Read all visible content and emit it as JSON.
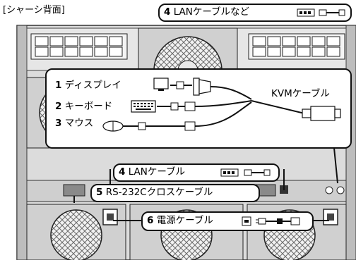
{
  "title": "[シャーシ背面]",
  "callouts": {
    "lan_top": {
      "num": "4",
      "text": "LANケーブルなど"
    },
    "display": {
      "num": "1",
      "text": "ディスプレイ"
    },
    "keyboard": {
      "num": "2",
      "text": "キーボード"
    },
    "mouse": {
      "num": "3",
      "text": "マウス"
    },
    "kvm": {
      "text": "KVMケーブル"
    },
    "lan_mid": {
      "num": "4",
      "text": "LANケーブル"
    },
    "rs232c": {
      "num": "5",
      "text": "RS-232Cクロスケーブル"
    },
    "power": {
      "num": "6",
      "text": "電源ケーブル"
    }
  },
  "colors": {
    "chassis": "#d9d9d9",
    "chassis_dark": "#7a7a7a",
    "grid_fill": "#f0f0f0",
    "outline": "#111111",
    "port_dark": "#555555"
  }
}
